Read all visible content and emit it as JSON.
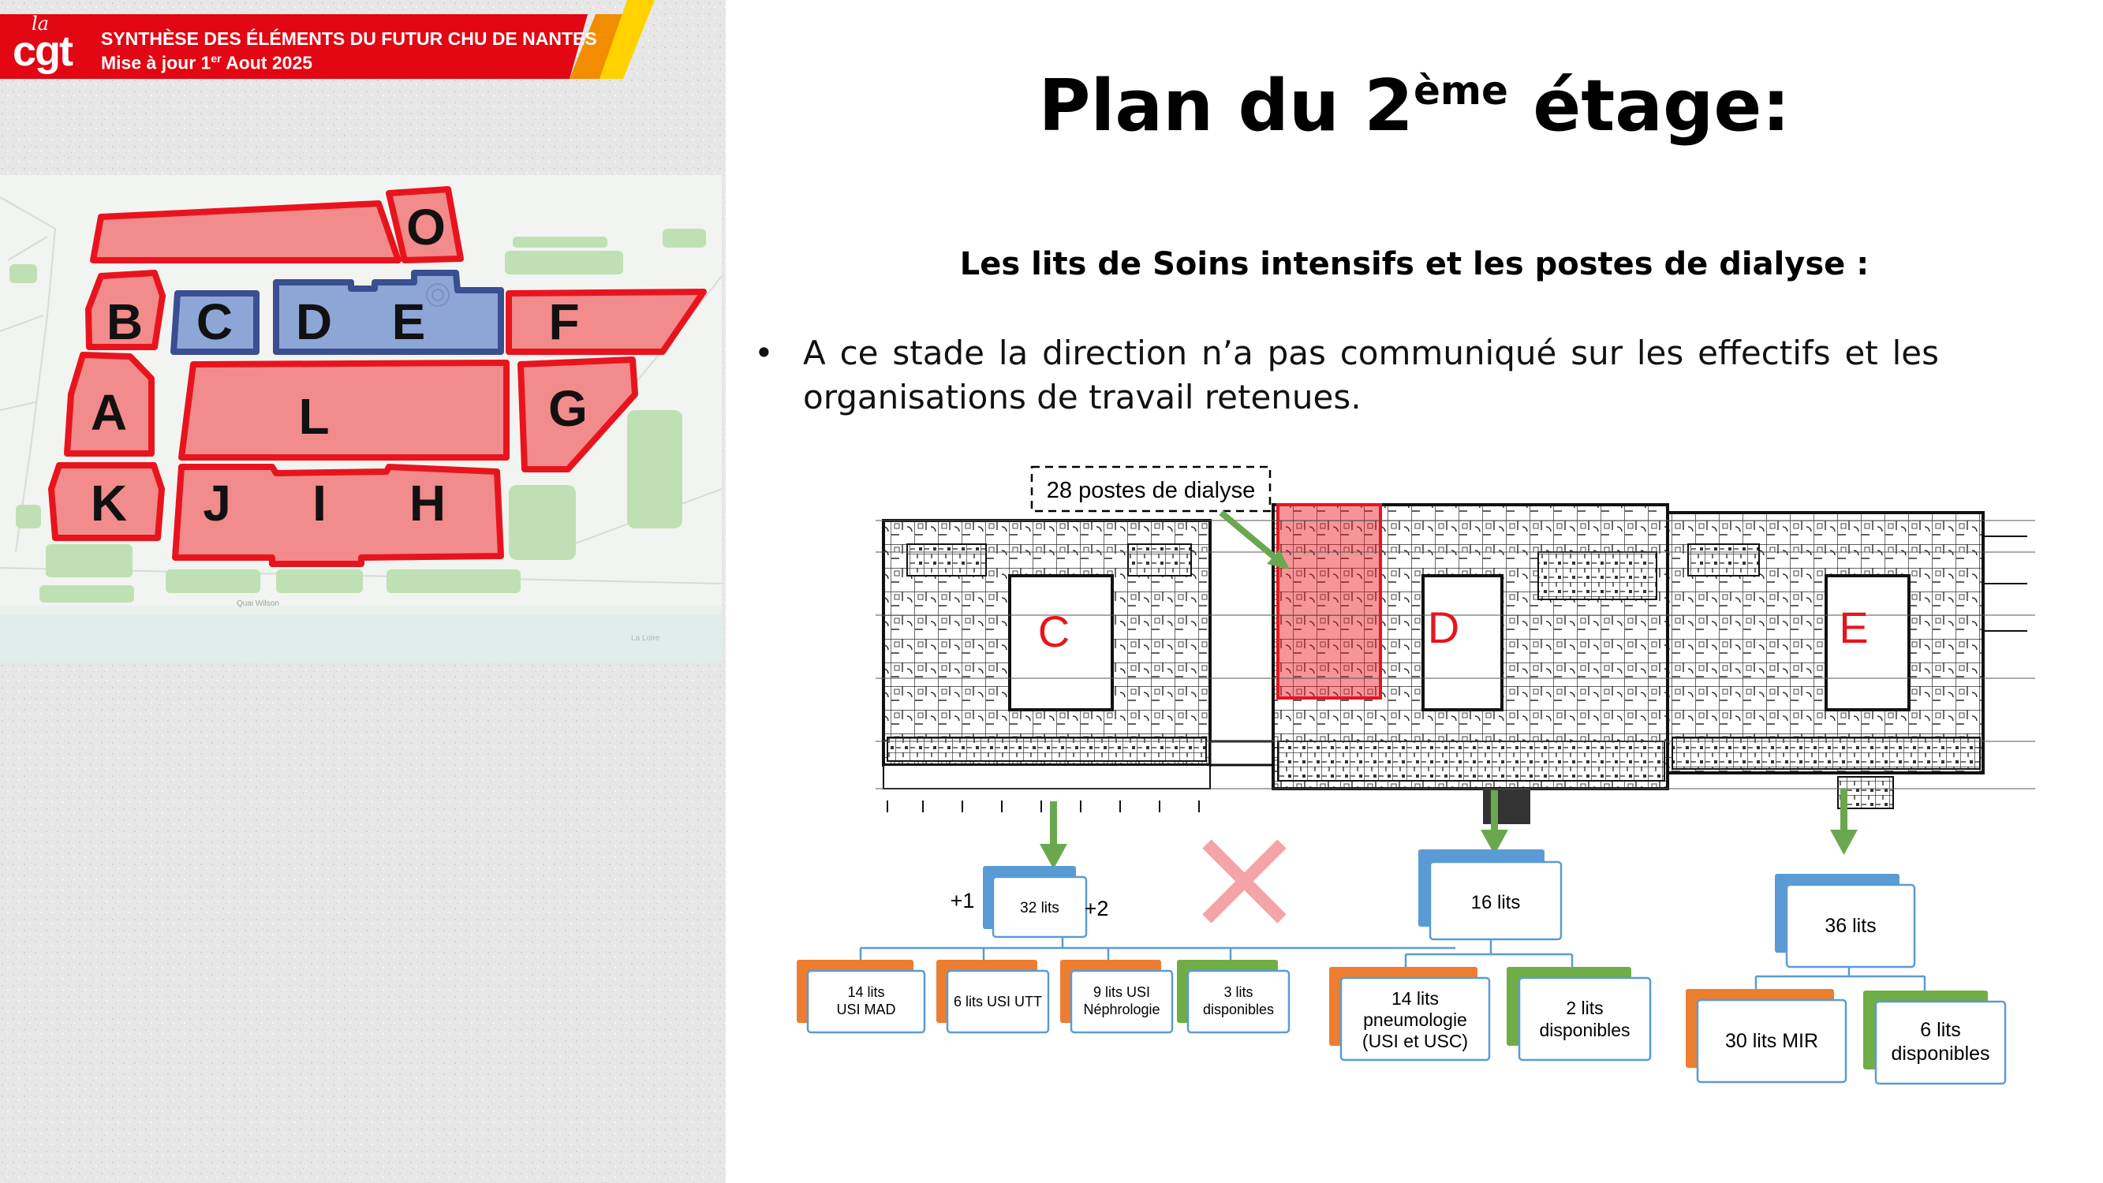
{
  "banner": {
    "logo_small": "la",
    "logo": "cgt",
    "title": "SYNTHÈSE DES ÉLÉMENTS DU FUTUR CHU DE NANTES",
    "update_prefix": "Mise à jour 1",
    "update_sup": "er",
    "update_suffix": " Aout 2025"
  },
  "site_map": {
    "buildings": [
      "O",
      "B",
      "C",
      "D",
      "E",
      "F",
      "A",
      "L",
      "G",
      "K",
      "J",
      "I",
      "H"
    ],
    "street_label": "Quai Wilson",
    "river_label": "La Loire"
  },
  "page": {
    "title_main": "Plan du 2",
    "title_sup": "ème",
    "title_end": " étage:",
    "heading": "Les lits de Soins intensifs et les postes de dialyse :",
    "bullet_symbol": "•",
    "bullet_text": "A ce stade la direction n’a pas communiqué sur les effectifs et les organisations de travail retenues."
  },
  "floor_plan": {
    "callout": "28 postes de dialyse",
    "zone_c": "C",
    "zone_d": "D",
    "zone_e": "E"
  },
  "org": {
    "c": {
      "root": "32 lits",
      "plus_left": "+1",
      "plus_right": "+2",
      "children": [
        {
          "lines": [
            "14 lits",
            "USI MAD"
          ],
          "type": "orange"
        },
        {
          "lines": [
            "6 lits USI UTT"
          ],
          "type": "orange"
        },
        {
          "lines": [
            "9 lits USI",
            "Néphrologie"
          ],
          "type": "orange"
        },
        {
          "lines": [
            "3 lits",
            "disponibles"
          ],
          "type": "green"
        }
      ]
    },
    "d": {
      "root": "16 lits",
      "children": [
        {
          "lines": [
            "14 lits",
            "pneumologie",
            "(USI et USC)"
          ],
          "type": "orange"
        },
        {
          "lines": [
            "2 lits",
            "disponibles"
          ],
          "type": "green"
        }
      ]
    },
    "e": {
      "root": "36 lits",
      "children": [
        {
          "lines": [
            "30 lits MIR"
          ],
          "type": "orange"
        },
        {
          "lines": [
            "6 lits",
            "disponibles"
          ],
          "type": "green"
        }
      ]
    }
  },
  "colors": {
    "cgt_red": "#e30613",
    "building_red": "#f28b8b",
    "building_outline": "#e8141d",
    "building_blue": "#8ea6d6",
    "blue_outline": "#3a4f91",
    "arrow_green": "#6aa84f",
    "box_blue": "#5b9bd5",
    "box_orange": "#ed7d31",
    "box_green": "#70ad47",
    "zone_letter": "#e8141d",
    "cross_pink": "#f4a3a8"
  }
}
